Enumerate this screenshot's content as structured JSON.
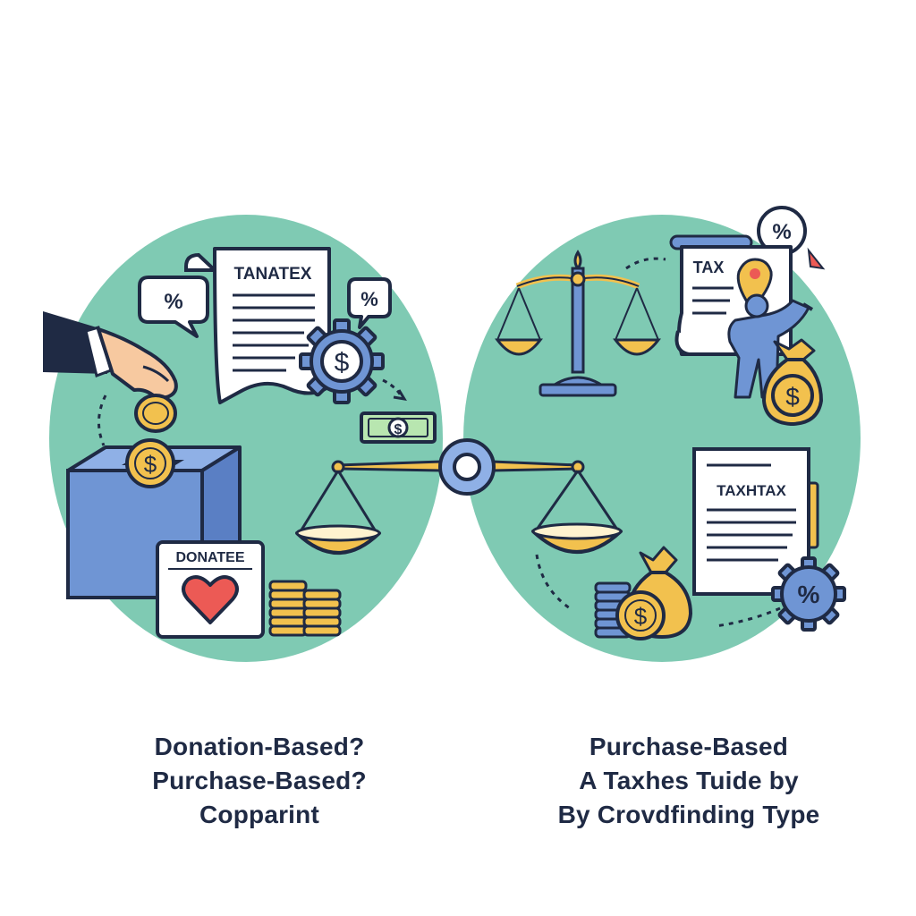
{
  "left_panel": {
    "document_label": "TANATEX",
    "bubble_left_label": "%",
    "bubble_right_label": "%",
    "gear_symbol": "$",
    "bill_symbol": "$",
    "coin_symbol": "$",
    "donate_card_label": "DONATEE"
  },
  "right_panel": {
    "badge_label": "%",
    "tax_document_label": "TAX",
    "tax_document2_label": "TAXHTAX",
    "gear_label": "%",
    "bag_symbol": "$",
    "coin_symbol": "$"
  },
  "captions": {
    "left": [
      "Donation-Based?",
      "Purchase-Based?",
      "Copparint"
    ],
    "right": [
      "Purchase-Based",
      "A Taxhes Tuide by",
      "By Crovdfinding Type"
    ]
  },
  "colors": {
    "mint": "#7fcab3",
    "navy": "#1f2a44",
    "blue": "#6f95d4",
    "gold": "#f2c14e",
    "heart": "#ec5a55"
  }
}
